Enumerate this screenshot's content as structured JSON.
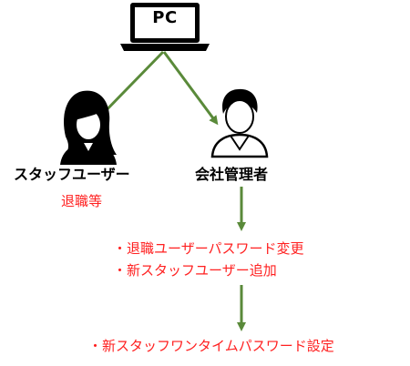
{
  "pc": {
    "label": "PC"
  },
  "nodes": {
    "staff_user": {
      "label": "スタッフユーザー",
      "note": "退職等"
    },
    "company_admin": {
      "label": "会社管理者"
    }
  },
  "steps": {
    "step1": [
      "・退職ユーザーパスワード変更",
      "・新スタッフユーザー追加"
    ],
    "step2": [
      "・新スタッフワンタイムパスワード設定"
    ]
  },
  "colors": {
    "arrow": "#5a8a3a",
    "note_text": "#ff2020",
    "icon": "#000000"
  }
}
